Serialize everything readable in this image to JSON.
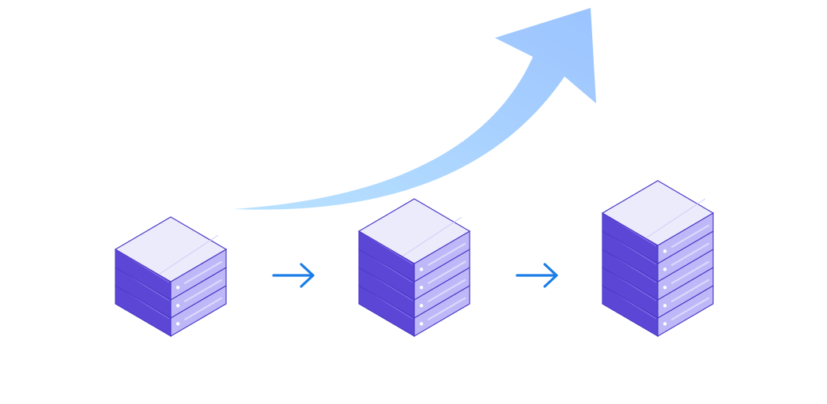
{
  "diagram": {
    "background": "#FFFFFF",
    "growth_arrow": {
      "icon": "curved-growth-arrow-icon",
      "colors": {
        "start": "#B9E2FF",
        "end": "#9BC3FF"
      }
    },
    "server_stacks": [
      {
        "name": "server-stack-small",
        "units": 3
      },
      {
        "name": "server-stack-medium",
        "units": 4
      },
      {
        "name": "server-stack-large",
        "units": 5
      }
    ],
    "connector_arrows": [
      {
        "name": "step-arrow-1",
        "icon": "right-arrow-icon"
      },
      {
        "name": "step-arrow-2",
        "icon": "right-arrow-icon"
      }
    ],
    "colors": {
      "server_top": "#ECEBFB",
      "server_left": "#5C46D6",
      "server_right": "#BFB8F8",
      "server_outline": "#4B3BC8",
      "server_slot": "#DCD8FD",
      "server_led": "#FFFFFF",
      "step_arrow": "#1A7DE8"
    }
  }
}
